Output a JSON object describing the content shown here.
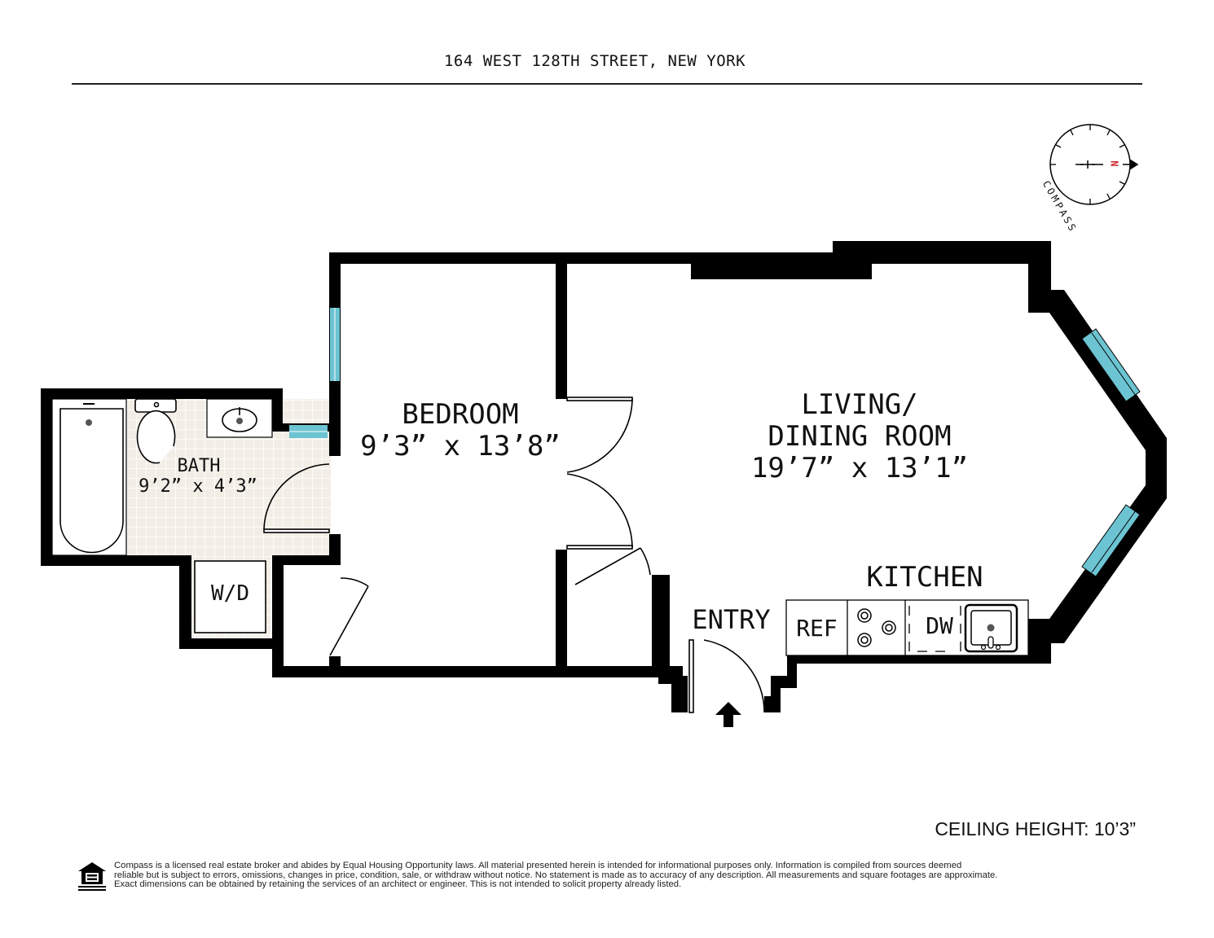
{
  "header": {
    "title": "164 WEST 128TH STREET, NEW YORK"
  },
  "compass": {
    "label": "COMPASS",
    "north_letter": "N",
    "north_color": "#d0202a",
    "icon": "compass-icon"
  },
  "rooms": {
    "bedroom": {
      "name": "BEDROOM",
      "dimensions": "9’3” x 13’8”"
    },
    "living": {
      "name_line1": "LIVING/",
      "name_line2": "DINING ROOM",
      "dimensions": "19’7” x 13’1”"
    },
    "bath": {
      "name": "BATH",
      "dimensions": "9’2” x 4’3”"
    },
    "kitchen": {
      "name": "KITCHEN"
    },
    "entry": {
      "name": "ENTRY"
    },
    "laundry": {
      "name": "W/D"
    }
  },
  "fixtures": {
    "refrigerator": "REF",
    "dishwasher": "DW",
    "stove_icon": "stove-icon",
    "sink_icon": "sink-icon",
    "tub_icon": "bathtub-icon",
    "toilet_icon": "toilet-icon"
  },
  "colors": {
    "wall": "#000000",
    "window": "#6cc4d2",
    "window_light": "#a9dde6",
    "bath_tile": "#f2eee6",
    "tile_grid": "#ffffff"
  },
  "footer": {
    "ceiling_height": "CEILING HEIGHT: 10’3”",
    "equal_housing_icon": "equal-housing-opportunity-icon",
    "disclaimer_line1": "Compass is a licensed real estate broker and abides by Equal Housing Opportunity laws. All material presented herein is intended for informational purposes only. Information is compiled from sources deemed",
    "disclaimer_line2": "reliable but is subject to errors, omissions, changes in price, condition, sale, or withdraw without notice. No statement is made as to accuracy of any description. All measurements and square footages are approximate.",
    "disclaimer_line3": "Exact dimensions can be obtained by retaining the services of an architect or engineer. This is not intended to solicit property already listed."
  }
}
